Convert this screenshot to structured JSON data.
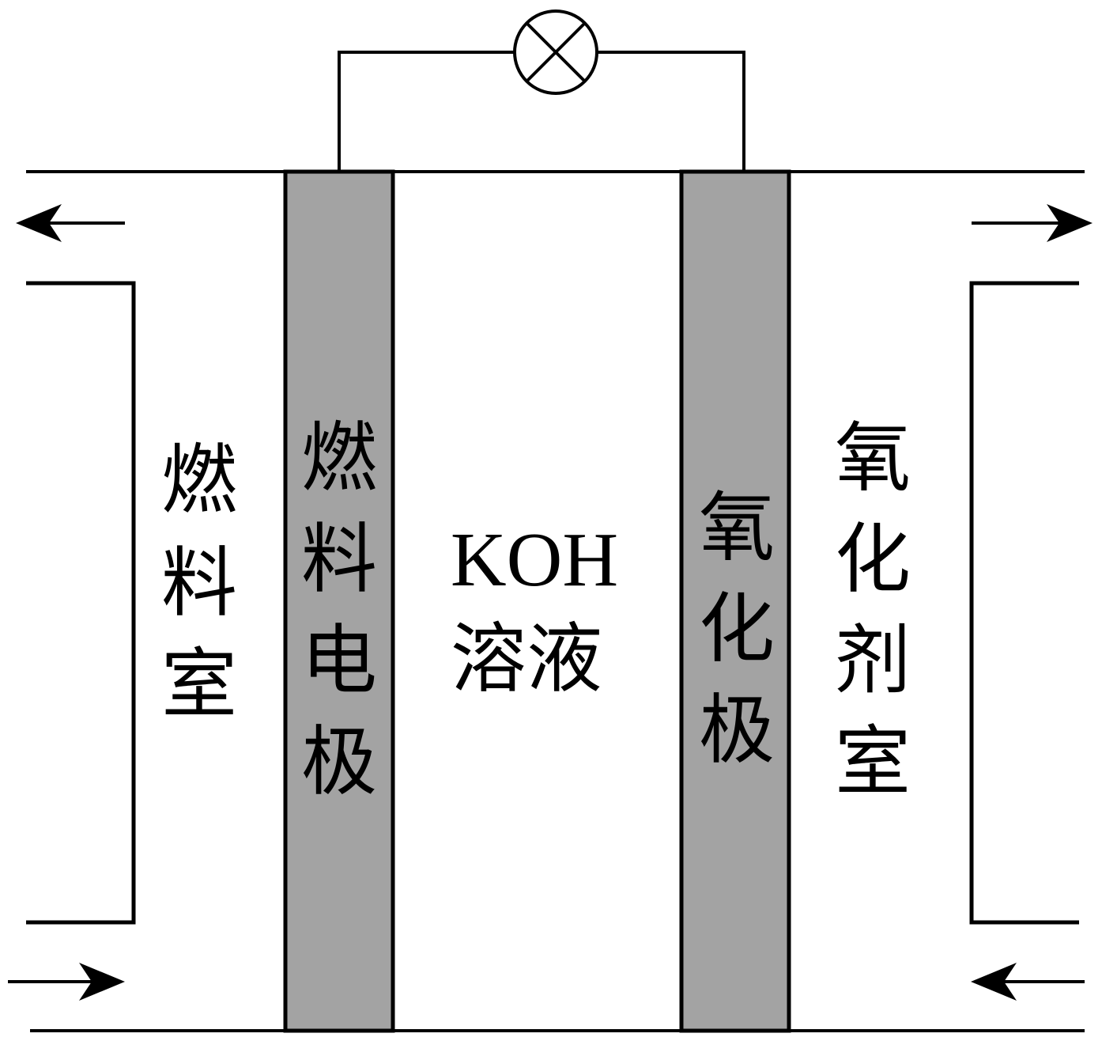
{
  "labels": {
    "fuel_chamber": [
      "燃",
      "料",
      "室"
    ],
    "fuel_electrode": [
      "燃",
      "料",
      "电",
      "极"
    ],
    "electrolyte_formula": "KOH",
    "electrolyte_name": "溶液",
    "oxidation_electrode": [
      "氧",
      "化",
      "极"
    ],
    "oxidant_chamber": [
      "氧",
      "化",
      "剂",
      "室"
    ]
  },
  "colors": {
    "electrode_fill": "#a3a3a3",
    "line": "#000000",
    "background": "#ffffff"
  },
  "icons": {
    "lamp": "lamp-icon"
  }
}
